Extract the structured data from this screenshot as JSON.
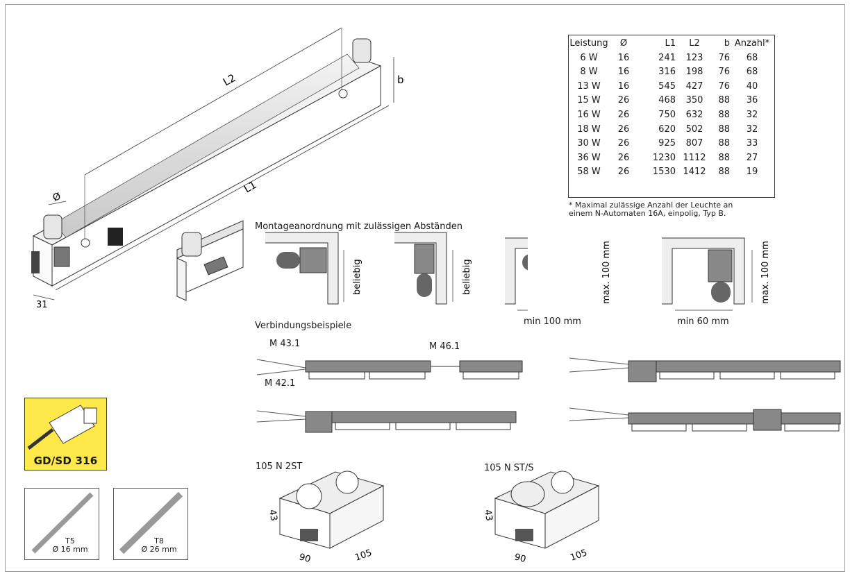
{
  "table": {
    "headers": [
      "Leistung",
      "Ø",
      "L1",
      "L2",
      "b",
      "Anzahl*"
    ],
    "rows": [
      [
        "6 W",
        "16",
        "241",
        "123",
        "76",
        "68"
      ],
      [
        "8 W",
        "16",
        "316",
        "198",
        "76",
        "68"
      ],
      [
        "13 W",
        "16",
        "545",
        "427",
        "76",
        "40"
      ],
      [
        "15 W",
        "26",
        "468",
        "350",
        "88",
        "36"
      ],
      [
        "16 W",
        "26",
        "750",
        "632",
        "88",
        "32"
      ],
      [
        "18 W",
        "26",
        "620",
        "502",
        "88",
        "32"
      ],
      [
        "30 W",
        "26",
        "925",
        "807",
        "88",
        "33"
      ],
      [
        "36 W",
        "26",
        "1230",
        "1112",
        "88",
        "27"
      ],
      [
        "58 W",
        "26",
        "1530",
        "1412",
        "88",
        "19"
      ]
    ],
    "footnote_line1": "* Maximal zulässige Anzahl der Leuchte an",
    "footnote_line2": "einem N-Automaten 16A, einpolig, Typ B."
  },
  "drawing": {
    "dim_l1": "L1",
    "dim_l2": "L2",
    "dim_b": "b",
    "dim_phi": "Ø",
    "dim_31": "31"
  },
  "montage": {
    "title": "Montageanordnung mit zulässigen Abständen",
    "beliebig_1": "beliebig",
    "beliebig_2": "beliebig",
    "max_1": "max. 100 mm",
    "max_2": "max. 100 mm",
    "min_1": "min 100 mm",
    "min_2": "min 60 mm"
  },
  "verbindung": {
    "title": "Verbindungsbeispiele",
    "m431": "M 43.1",
    "m421": "M 42.1",
    "m461": "M 46.1"
  },
  "boxes": {
    "label_2st": "105 N 2ST",
    "label_sts": "105 N ST/S",
    "dim_43a": "43",
    "dim_90a": "90",
    "dim_105a": "105",
    "dim_43b": "43",
    "dim_90b": "90",
    "dim_105b": "105"
  },
  "badge": {
    "label": "GD/SD 316",
    "color": "#ffe94a"
  },
  "lamps": {
    "t5_name": "T5",
    "t5_dia": "Ø 16 mm",
    "t8_name": "T8",
    "t8_dia": "Ø 26 mm"
  }
}
